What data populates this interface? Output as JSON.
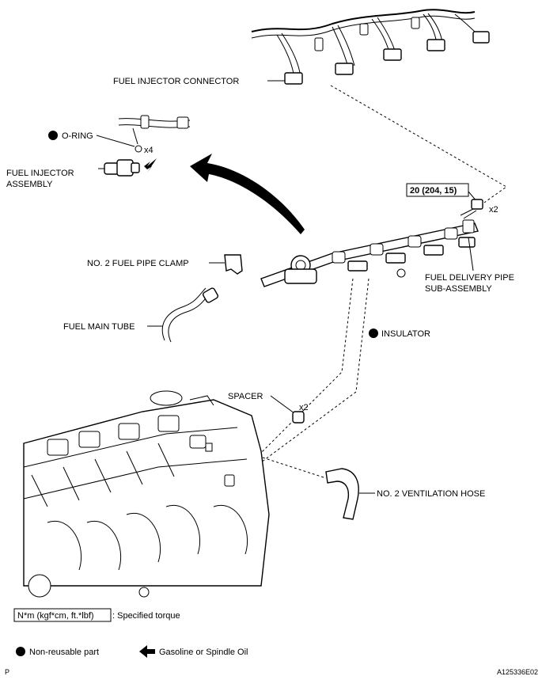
{
  "labels": {
    "fuel_injector_connector": "FUEL INJECTOR CONNECTOR",
    "o_ring": "O-RING",
    "x4": "x4",
    "fuel_injector_assembly_1": "FUEL INJECTOR",
    "fuel_injector_assembly_2": "ASSEMBLY",
    "torque_value": "20 (204, 15)",
    "x2_bolt": "x2",
    "no2_fuel_pipe_clamp": "NO. 2 FUEL PIPE CLAMP",
    "fuel_delivery_pipe_1": "FUEL DELIVERY PIPE",
    "fuel_delivery_pipe_2": "SUB-ASSEMBLY",
    "fuel_main_tube": "FUEL MAIN TUBE",
    "insulator": "INSULATOR",
    "spacer": "SPACER",
    "x2_spacer": "x2",
    "no2_ventilation_hose": "NO. 2 VENTILATION HOSE"
  },
  "legend": {
    "torque_box": "N*m (kgf*cm, ft.*lbf)",
    "torque_desc": ": Specified torque",
    "non_reusable": "Non-reusable part",
    "gasoline": "Gasoline or Spindle Oil"
  },
  "footer": {
    "left": "P",
    "right": "A125336E02"
  },
  "icons": {
    "non_reusable": "filled-circle-icon",
    "gasoline": "arrow-left-icon"
  }
}
